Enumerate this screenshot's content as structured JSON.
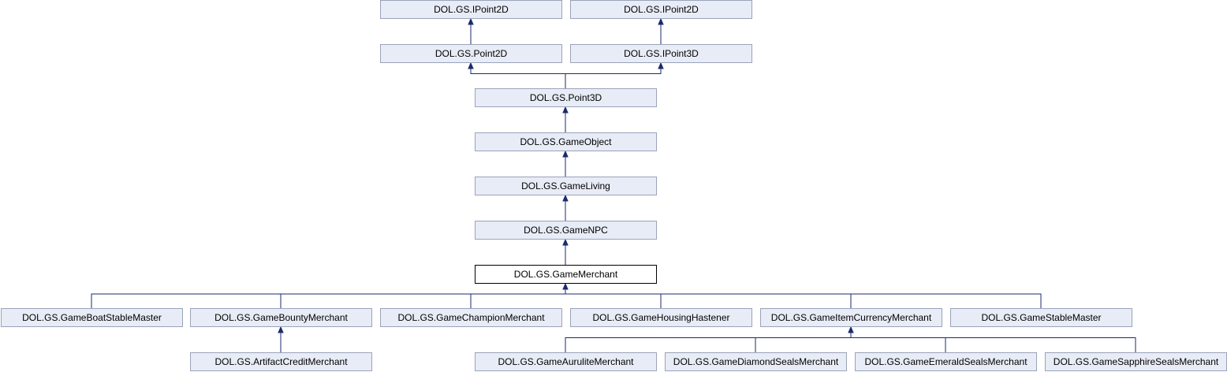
{
  "diagram": {
    "nodes": [
      {
        "id": "ipoint2d_a",
        "label": "DOL.GS.IPoint2D"
      },
      {
        "id": "ipoint2d_b",
        "label": "DOL.GS.IPoint2D"
      },
      {
        "id": "point2d",
        "label": "DOL.GS.Point2D"
      },
      {
        "id": "ipoint3d",
        "label": "DOL.GS.IPoint3D"
      },
      {
        "id": "point3d",
        "label": "DOL.GS.Point3D"
      },
      {
        "id": "gameobject",
        "label": "DOL.GS.GameObject"
      },
      {
        "id": "gameliving",
        "label": "DOL.GS.GameLiving"
      },
      {
        "id": "gamenpc",
        "label": "DOL.GS.GameNPC"
      },
      {
        "id": "gamemerchant",
        "label": "DOL.GS.GameMerchant",
        "current": true
      },
      {
        "id": "boatstable",
        "label": "DOL.GS.GameBoatStableMaster"
      },
      {
        "id": "bounty",
        "label": "DOL.GS.GameBountyMerchant"
      },
      {
        "id": "champion",
        "label": "DOL.GS.GameChampionMerchant"
      },
      {
        "id": "housing",
        "label": "DOL.GS.GameHousingHastener"
      },
      {
        "id": "itemcurrency",
        "label": "DOL.GS.GameItemCurrencyMerchant"
      },
      {
        "id": "stable",
        "label": "DOL.GS.GameStableMaster"
      },
      {
        "id": "artifact",
        "label": "DOL.GS.ArtifactCreditMerchant"
      },
      {
        "id": "aurulite",
        "label": "DOL.GS.GameAuruliteMerchant"
      },
      {
        "id": "diamond",
        "label": "DOL.GS.GameDiamondSealsMerchant"
      },
      {
        "id": "emerald",
        "label": "DOL.GS.GameEmeraldSealsMerchant"
      },
      {
        "id": "sapphire",
        "label": "DOL.GS.GameSapphireSealsMerchant"
      }
    ],
    "edges": [
      {
        "from": "point2d",
        "to": "ipoint2d_a"
      },
      {
        "from": "ipoint3d",
        "to": "ipoint2d_b"
      },
      {
        "from": "point3d",
        "to": "point2d"
      },
      {
        "from": "point3d",
        "to": "ipoint3d"
      },
      {
        "from": "gameobject",
        "to": "point3d"
      },
      {
        "from": "gameliving",
        "to": "gameobject"
      },
      {
        "from": "gamenpc",
        "to": "gameliving"
      },
      {
        "from": "gamemerchant",
        "to": "gamenpc"
      },
      {
        "from": "boatstable",
        "to": "gamemerchant"
      },
      {
        "from": "bounty",
        "to": "gamemerchant"
      },
      {
        "from": "champion",
        "to": "gamemerchant"
      },
      {
        "from": "housing",
        "to": "gamemerchant"
      },
      {
        "from": "itemcurrency",
        "to": "gamemerchant"
      },
      {
        "from": "stable",
        "to": "gamemerchant"
      },
      {
        "from": "artifact",
        "to": "bounty"
      },
      {
        "from": "aurulite",
        "to": "itemcurrency"
      },
      {
        "from": "diamond",
        "to": "itemcurrency"
      },
      {
        "from": "emerald",
        "to": "itemcurrency"
      },
      {
        "from": "sapphire",
        "to": "itemcurrency"
      }
    ]
  }
}
